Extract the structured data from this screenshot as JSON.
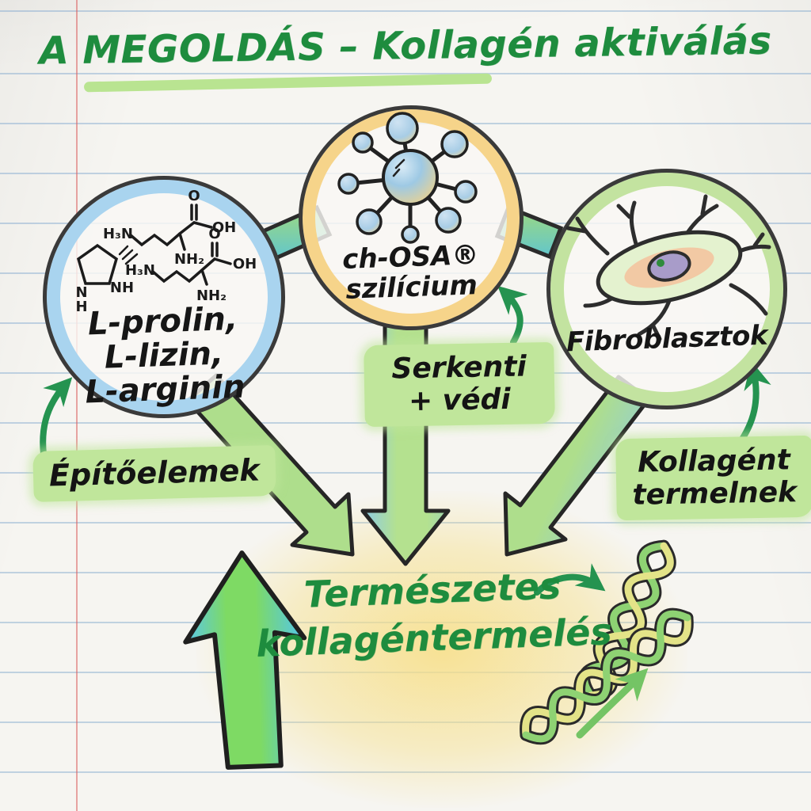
{
  "title": "A MEGOLDÁS – Kollagén aktiválás",
  "nodes": {
    "amino": {
      "lines": [
        "L-prolin,",
        "L-lizin,",
        "L-arginin"
      ],
      "chem": {
        "ring_n": "N",
        "ring_h": "H",
        "ring_nh": "NH",
        "a_h3n": "H₃N",
        "a_o": "O",
        "a_oh": "OH",
        "a_nh2": "NH₂",
        "b_h3n": "H₃N",
        "b_o": "O",
        "b_oh": "OH",
        "b_nh2": "NH₂"
      }
    },
    "chosa": {
      "lines": [
        "ch-OSA®",
        "szilícium"
      ]
    },
    "fibro": {
      "label": "Fibroblasztok"
    }
  },
  "captions": {
    "builders": "Építőelemek",
    "stimulates": [
      "Serkenti",
      "+ védi"
    ],
    "produce": [
      "Kollagént",
      "termelnek"
    ]
  },
  "result": {
    "lines": [
      "Természetes",
      "kollagéntermelés"
    ]
  },
  "colors": {
    "title_green": "#1e8c3e",
    "highlight_green": "#c0e69b",
    "circle_blue": "#a9d4ef",
    "circle_yellow": "#f6d48a",
    "circle_green": "#c3e3a0",
    "arrow_green": "#aede8c",
    "arrow_blue": "#8ccbe6",
    "glow_yellow": "#f7e08a",
    "paper_line_blue": "#7da5cd",
    "margin_red": "#da5f5f"
  }
}
